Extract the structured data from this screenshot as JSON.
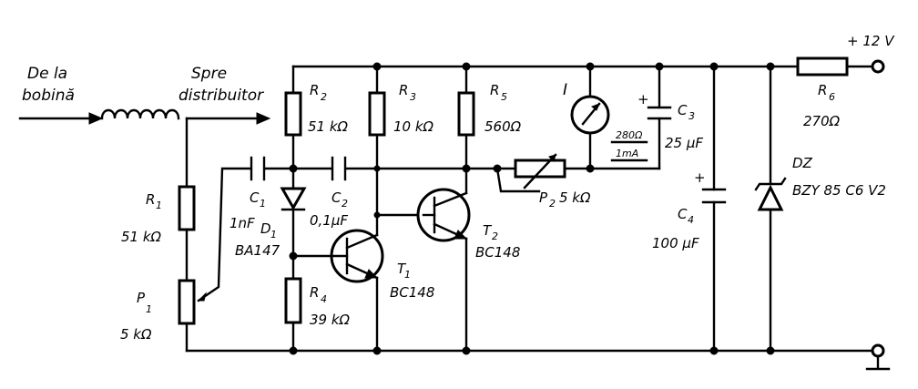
{
  "labels": {
    "input_1": "De la",
    "input_2": "bobină",
    "output_1": "Spre",
    "output_2": "distribuitor",
    "supply": "+ 12 V",
    "r1": "R",
    "r1_sub": "1",
    "r1_val": "51 kΩ",
    "p1": "P",
    "p1_sub": "1",
    "p1_val": "5 kΩ",
    "r2": "R",
    "r2_sub": "2",
    "r2_val": "51 kΩ",
    "r3": "R",
    "r3_sub": "3",
    "r3_val": "10 kΩ",
    "r4": "R",
    "r4_sub": "4",
    "r4_val": "39 kΩ",
    "r5": "R",
    "r5_sub": "5",
    "r5_val": "560Ω",
    "r6": "R",
    "r6_sub": "6",
    "r6_val": "270Ω",
    "c1": "C",
    "c1_sub": "1",
    "c1_val": "1nF",
    "c2": "C",
    "c2_sub": "2",
    "c2_val": "0,1μF",
    "c3": "C",
    "c3_sub": "3",
    "c3_val": "25 μF",
    "c4": "C",
    "c4_sub": "4",
    "c4_val": "100 μF",
    "d1": "D",
    "d1_sub": "1",
    "d1_val": "BA147",
    "t1": "T",
    "t1_sub": "1",
    "t1_val": "BC148",
    "t2": "T",
    "t2_sub": "2",
    "t2_val": "BC148",
    "p2": "P",
    "p2_sub": "2",
    "p2_val": "5 kΩ",
    "meter": "I",
    "meter_r": "280Ω",
    "meter_i": "1mA",
    "dz": "DZ",
    "dz_val": "BZY 85 C6 V2",
    "plus_c3": "+",
    "plus_c4": "+"
  }
}
